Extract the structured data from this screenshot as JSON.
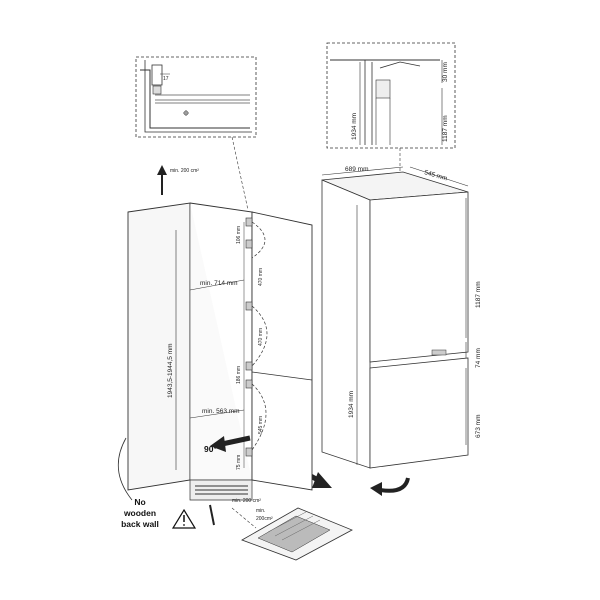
{
  "callouts": {
    "hinge_detail": "17",
    "top_detail_height": "30 mm",
    "top_detail_total": "1934 mm",
    "top_detail_upper": "1187 mm"
  },
  "fridge": {
    "width": "689 mm",
    "depth": "545 mm",
    "upper_door": "1187 mm",
    "gap": "74 mm",
    "lower_door": "673 mm",
    "total_height": "1934 mm"
  },
  "niche": {
    "vent_top": "min. 200 cm²",
    "height_range": "1943,5-1944,5 mm",
    "min_width": "min. 714 mm",
    "min_depth": "min. 563 mm",
    "hinge_spacings": [
      "106 mm",
      "470 mm",
      "470 mm",
      "186 mm",
      "545 mm",
      "75 mm"
    ],
    "angle": "90°",
    "vent_bottom": "min. 200 cm²",
    "vent_grille_1": "min.",
    "vent_grille_2": "200cm²"
  },
  "warning": {
    "line1": "No",
    "line2": "wooden",
    "line3": "back wall"
  }
}
